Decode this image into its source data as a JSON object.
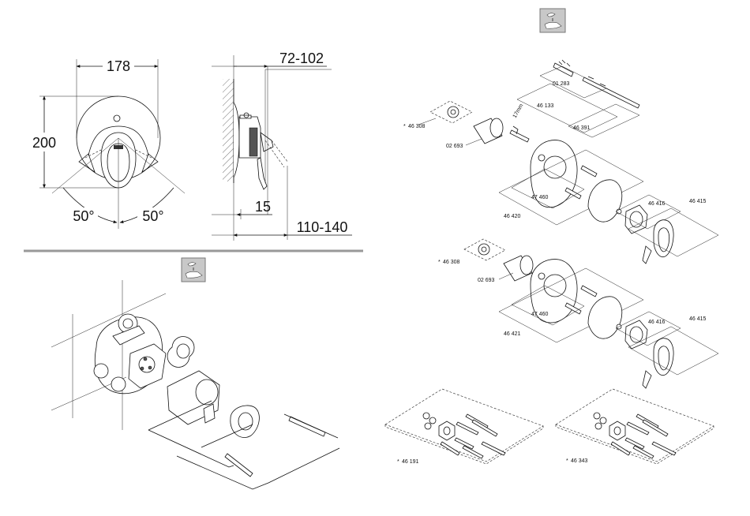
{
  "dimensions": {
    "width": "178",
    "height": "200",
    "angle_left": "50°",
    "angle_right": "50°",
    "depth_range": "72-102",
    "offset": "15",
    "wall_range": "110-140"
  },
  "icons": {
    "top_right": "hand-washing-icon",
    "middle_left": "hand-washing-icon"
  },
  "kit_upper": {
    "cartridge": "01 283",
    "spindle": "46 133",
    "extension": "46 391",
    "stop_cap": "46 308",
    "sleeve": "02 693",
    "escutcheon": "47 460",
    "set": "46 420",
    "handle_insert": "46 416",
    "lever": "46 415",
    "tool_size": "17mm"
  },
  "kit_lower": {
    "stop_cap": "46 308",
    "sleeve": "02 693",
    "escutcheon": "47 460",
    "set": "46 421",
    "handle_insert": "46 416",
    "lever": "46 415"
  },
  "boxes": {
    "left": "46 191",
    "right": "46 343"
  },
  "asterisk": "*",
  "colors": {
    "line": "#111111",
    "divider": "#999999",
    "icon_bg": "#c8c8c8"
  }
}
